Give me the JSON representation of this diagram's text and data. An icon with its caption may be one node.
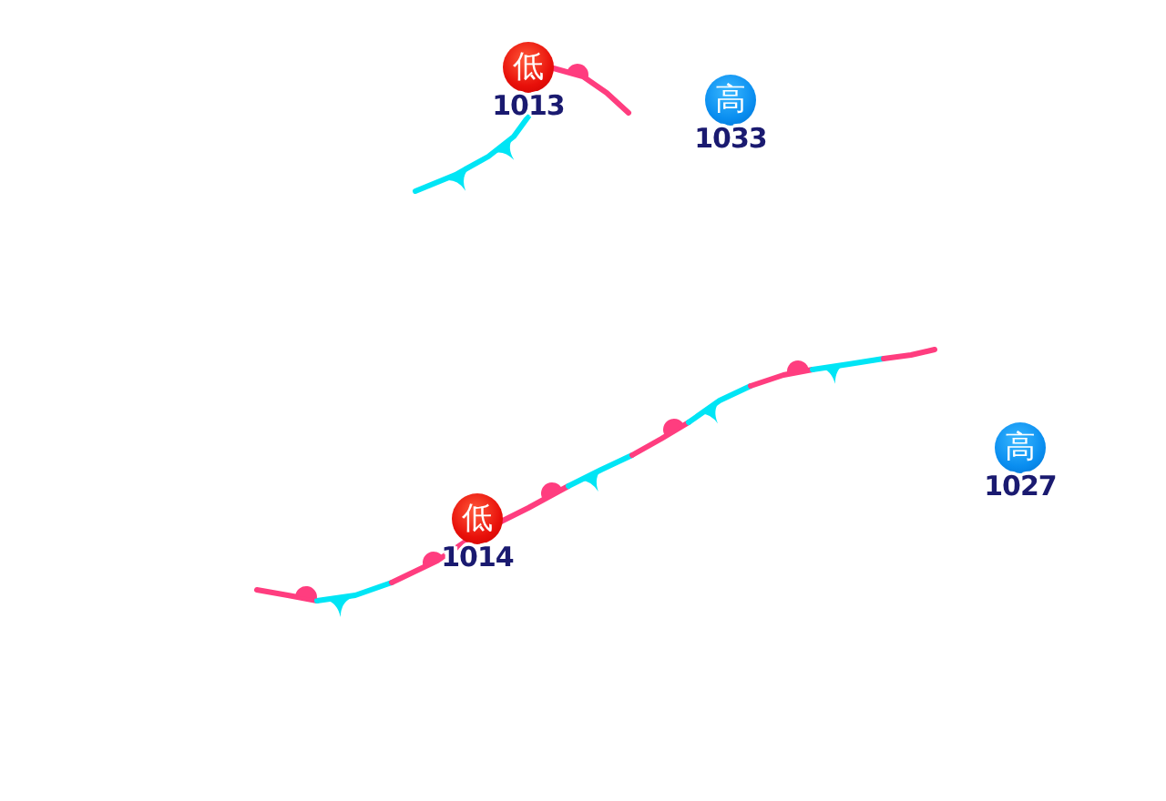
{
  "diagram": {
    "nodes": [
      {
        "text": [
          "低"
        ],
        "beside": [
          "1013"
        ]
      },
      {
        "text": [
          "高"
        ],
        "beside": [
          "1033"
        ]
      },
      {
        "text": [
          "低"
        ],
        "beside": [
          "1014"
        ]
      },
      {
        "text": [
          "高"
        ],
        "beside": [
          "1027"
        ]
      }
    ]
  }
}
